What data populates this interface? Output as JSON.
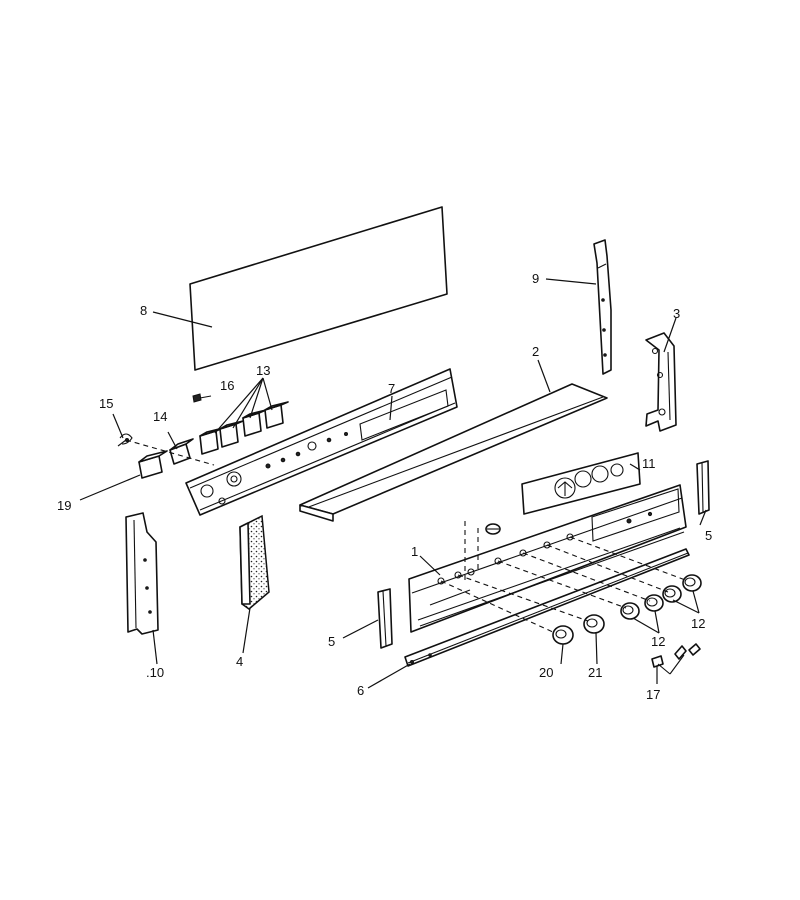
{
  "callouts": {
    "c1": "1",
    "c2": "2",
    "c3": "3",
    "c4": "4",
    "c5a": "5",
    "c5b": "5",
    "c6": "6",
    "c7": "7",
    "c8": "8",
    "c9": "9",
    "c10": ".10",
    "c11": "11",
    "c12a": "12",
    "c12b": "12",
    "c13": "13",
    "c14": "14",
    "c15": "15",
    "c16": "16",
    "c17": "17",
    "c19": "19",
    "c20": "20",
    "c21": "21"
  }
}
